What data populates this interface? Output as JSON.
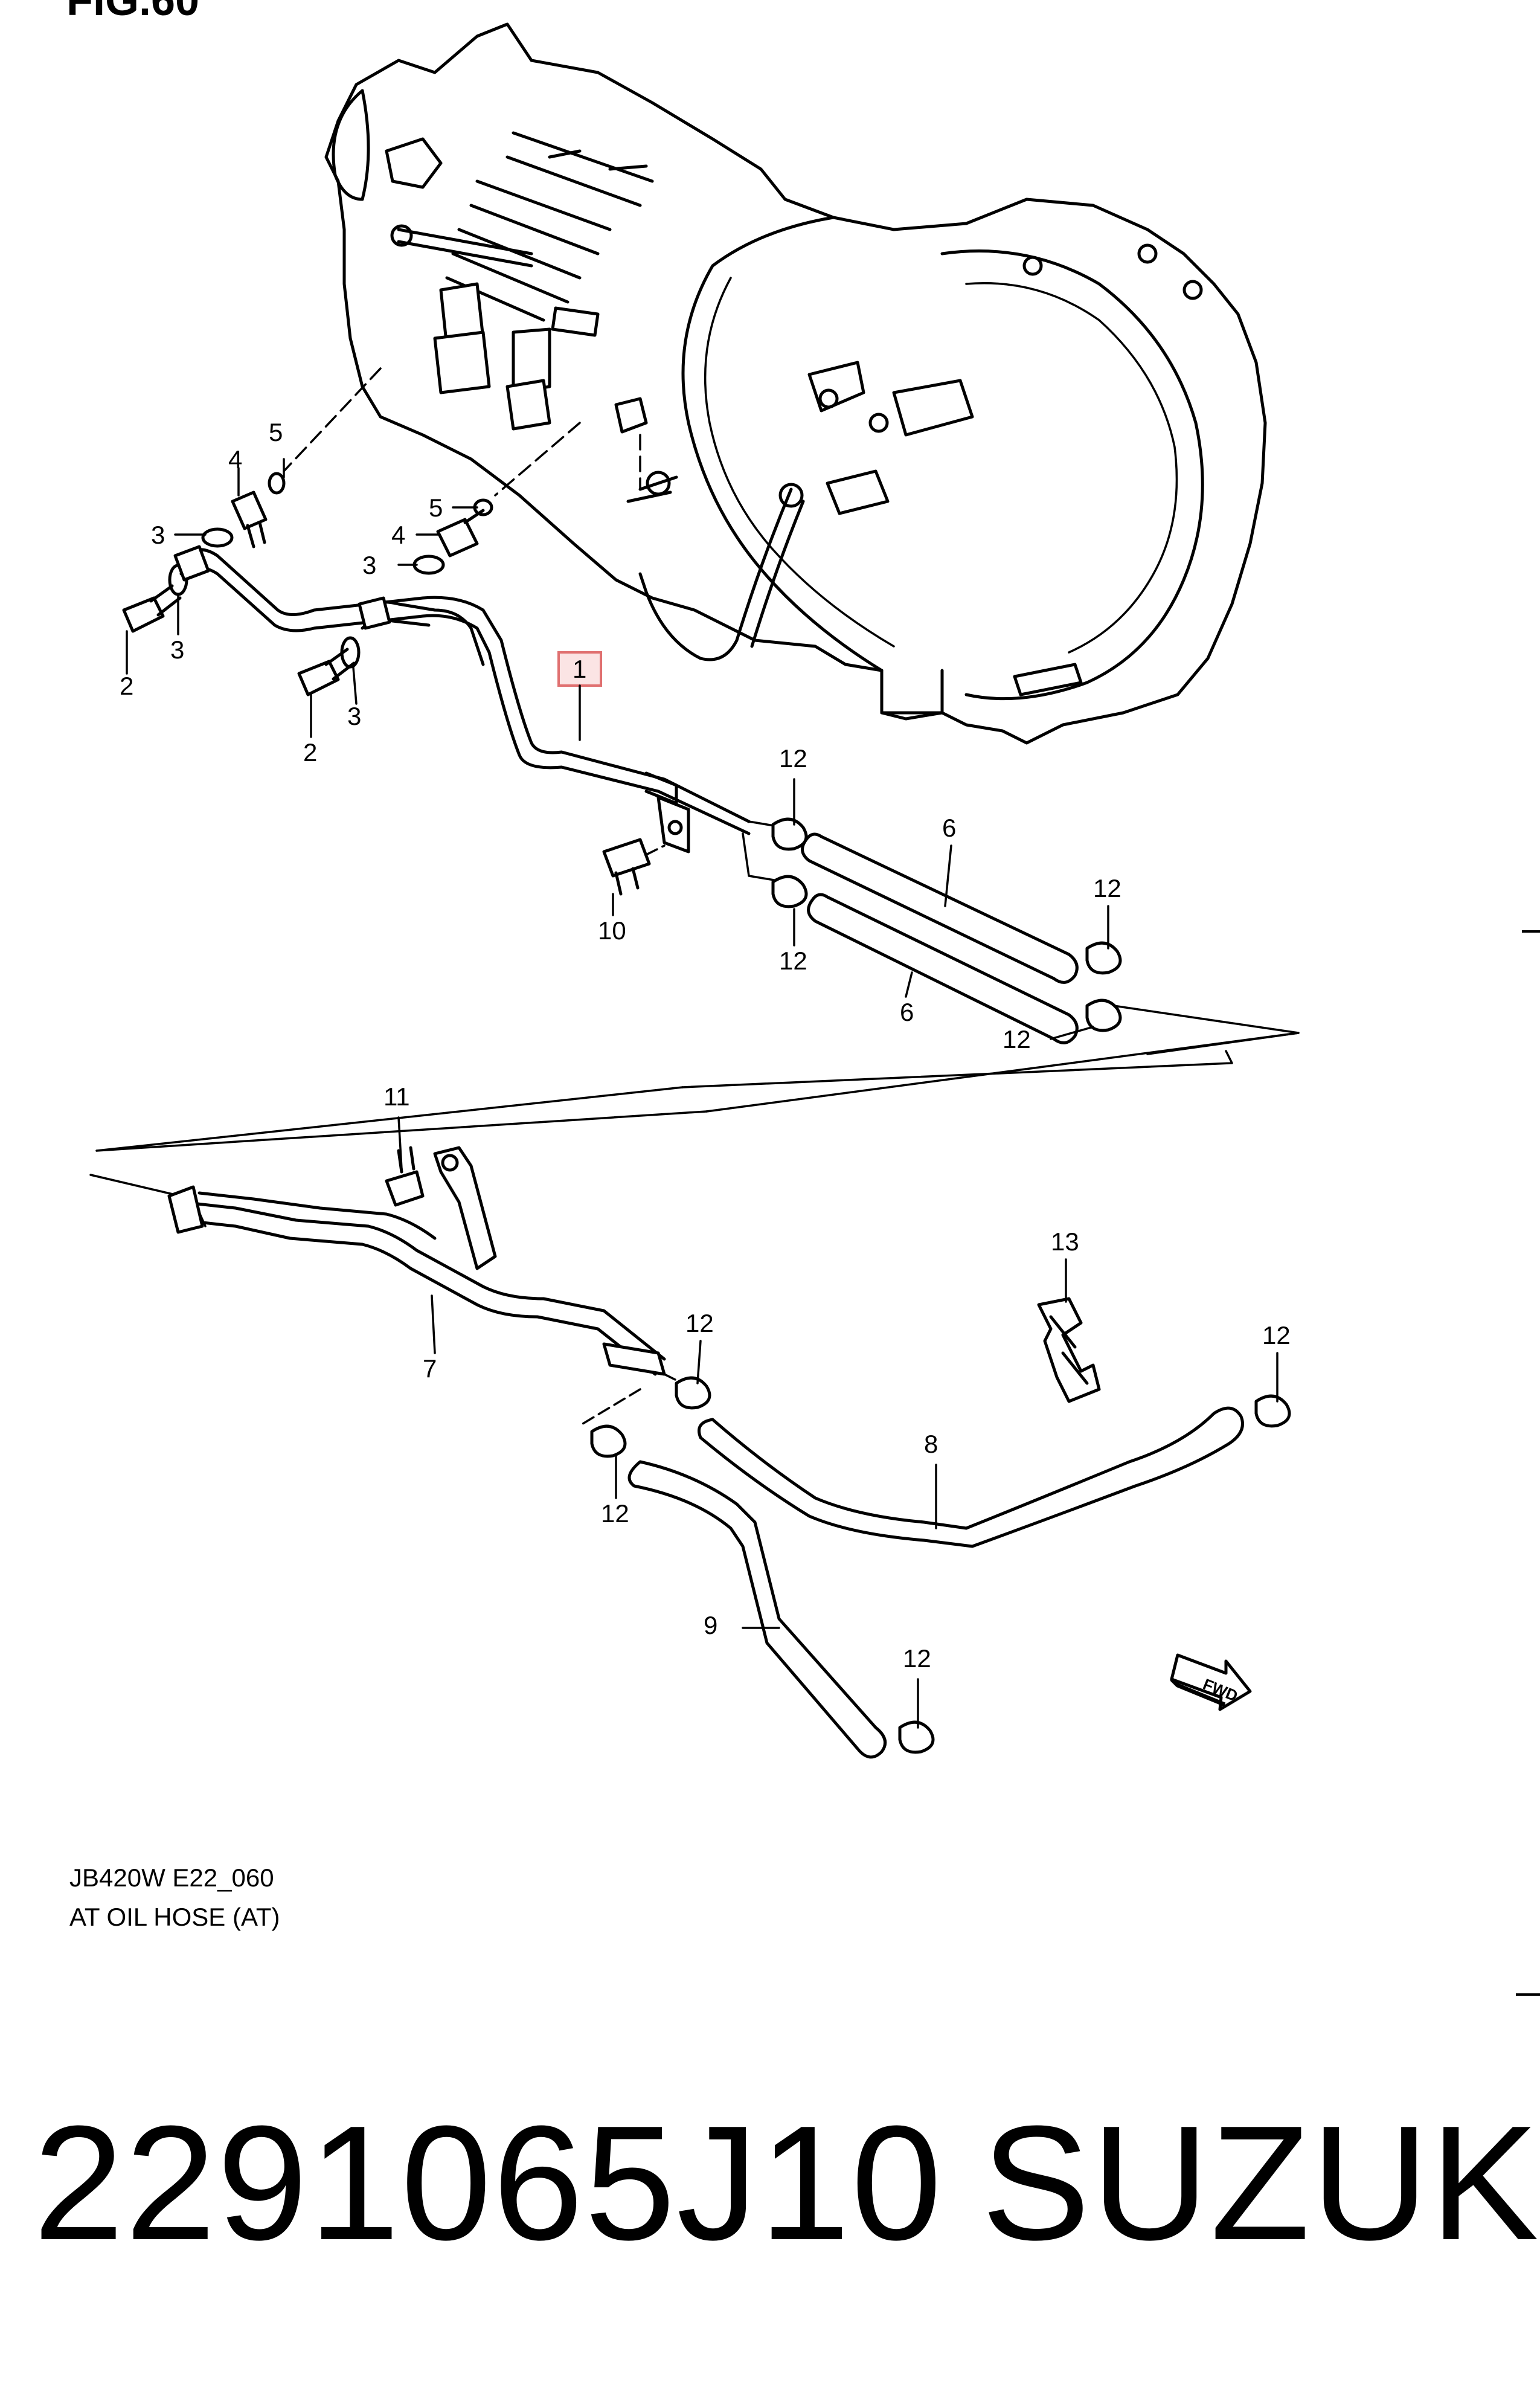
{
  "header": {
    "fig_label": "FIG.60"
  },
  "callouts": {
    "c1": "1",
    "c2a": "2",
    "c2b": "2",
    "c3a": "3",
    "c3b": "3",
    "c3c": "3",
    "c3d": "3",
    "c4a": "4",
    "c4b": "4",
    "c5a": "5",
    "c5b": "5",
    "c6a": "6",
    "c6b": "6",
    "c7": "7",
    "c8": "8",
    "c9": "9",
    "c10": "10",
    "c11": "11",
    "c12a": "12",
    "c12b": "12",
    "c12c": "12",
    "c12d": "12",
    "c12e": "12",
    "c12f": "12",
    "c12g": "12",
    "c12h": "12",
    "c13": "13"
  },
  "fwd_label": "FWD",
  "caption": {
    "code": "JB420W E22_060",
    "title": "AT OIL HOSE (AT)"
  },
  "product": {
    "part_number": "2291065J10",
    "brand": "SUZUKI"
  },
  "colors": {
    "line": "#000000",
    "highlight_box": "#e07070",
    "highlight_fill": "#fbe4e4"
  }
}
